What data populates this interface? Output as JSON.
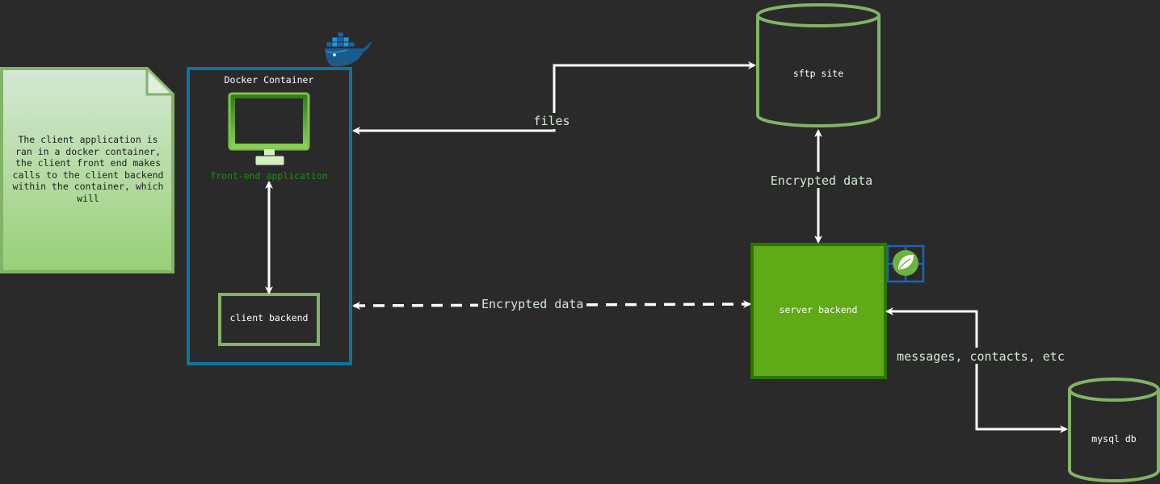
{
  "note": {
    "lines": [
      "The client application is",
      "ran in a docker container,",
      "the client front end makes",
      "calls to the client backend",
      "within the container, which",
      "will"
    ]
  },
  "docker_container": {
    "title": "Docker Container"
  },
  "front_end": {
    "label": "front-end application"
  },
  "client_backend": {
    "label": "client backend"
  },
  "sftp_site": {
    "label": "sftp site"
  },
  "server_backend": {
    "label": "server backend"
  },
  "mysql_db": {
    "label": "mysql db"
  },
  "edges": {
    "files": "files",
    "encrypted_vertical": "Encrypted data",
    "encrypted_dashed": "Encrypted data",
    "messages": "messages, contacts, etc"
  },
  "icons": {
    "docker": "docker-whale-icon",
    "monitor": "monitor-icon",
    "spring": "spring-leaf-icon"
  },
  "colors": {
    "background": "#2a2a2a",
    "note_border": "#82b366",
    "docker_blue": "#10739e",
    "green_border": "#82b366",
    "server_fill": "#60a917",
    "server_border": "#2d7600",
    "arrow": "#ffffff",
    "edge_label": "#d5e8d4",
    "front_end_label": "#1f8a1f"
  }
}
